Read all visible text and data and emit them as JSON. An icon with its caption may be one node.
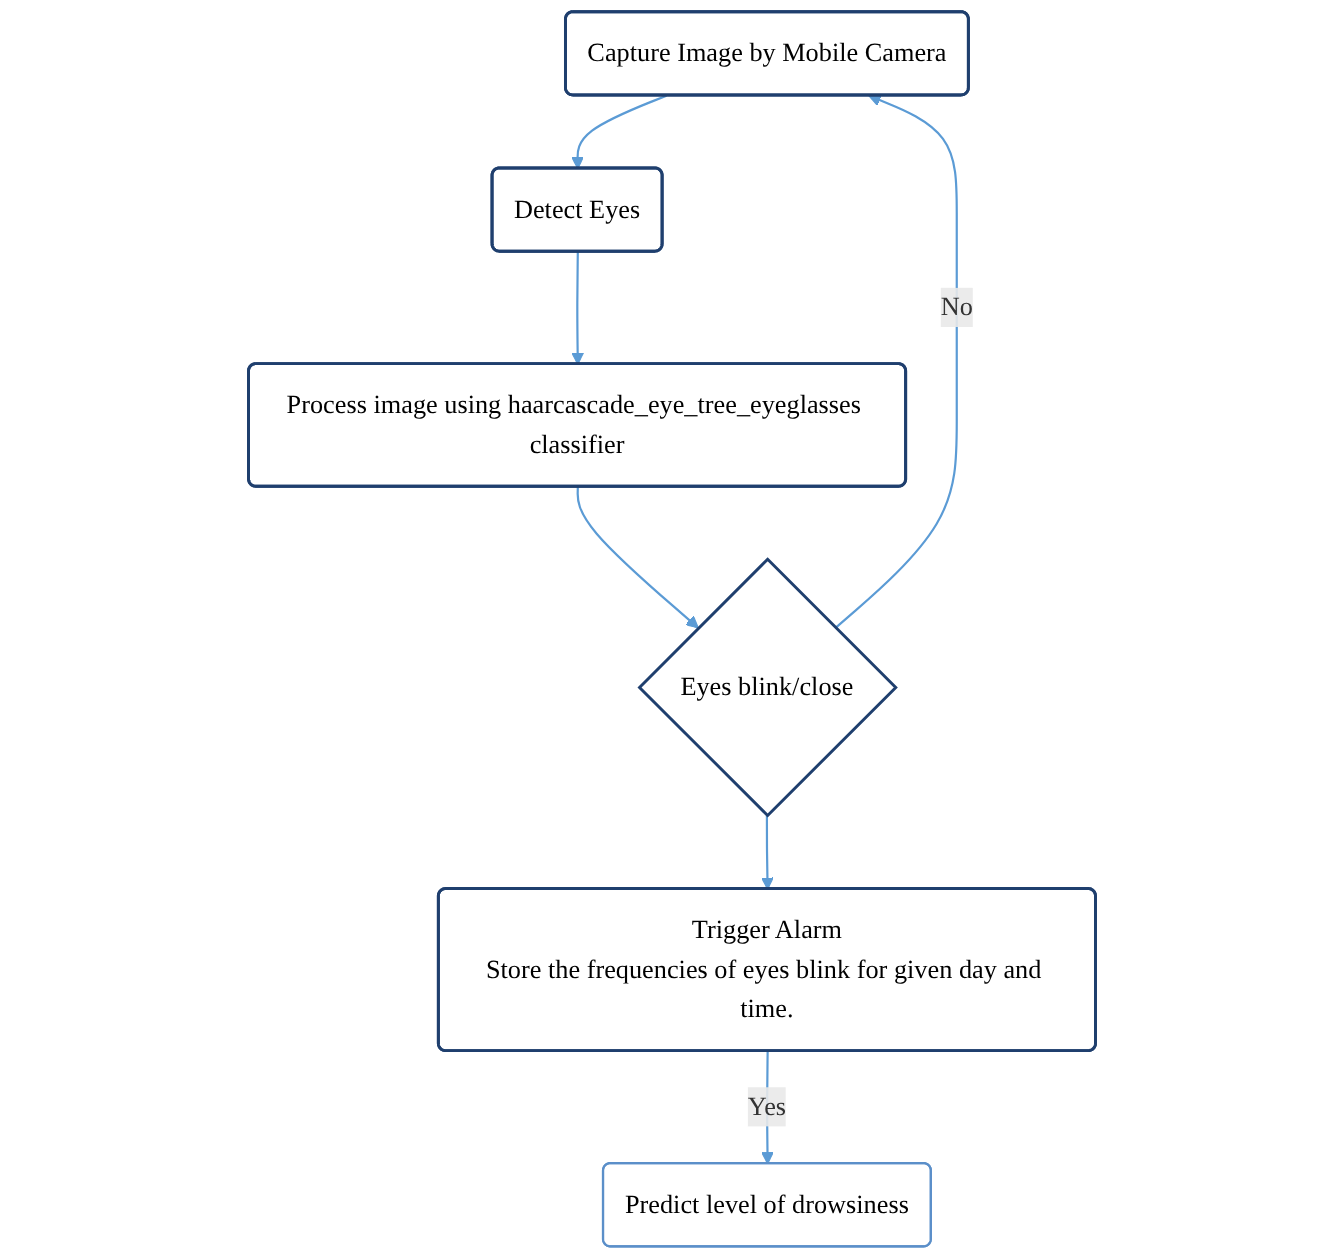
{
  "diagram": {
    "nodes": [
      {
        "text": [
          "Capture Image by Mobile Camera"
        ]
      },
      {
        "text": [
          "Detect Eyes"
        ]
      },
      {
        "text": [
          "Process image using haarcascade_eye_tree_eyeglasses classifier"
        ]
      },
      {
        "text": [
          "Eyes blink/close"
        ]
      },
      {
        "text": [
          "Trigger Alarm",
          "Store the frequencies of eyes blink for given day and time."
        ]
      },
      {
        "text": [
          "Predict level of drowsiness"
        ]
      }
    ],
    "edges": [
      {
        "from": 0,
        "to": 1,
        "arrow": "to"
      },
      {
        "from": 1,
        "to": 2,
        "arrow": "to"
      },
      {
        "from": 2,
        "to": 3,
        "arrow": "to"
      },
      {
        "from": 3,
        "to": 0,
        "label": "No",
        "arrow": "to"
      },
      {
        "from": 3,
        "to": 4,
        "arrow": "to"
      },
      {
        "from": 4,
        "to": 5,
        "label": "Yes",
        "arrow": "to"
      }
    ]
  }
}
